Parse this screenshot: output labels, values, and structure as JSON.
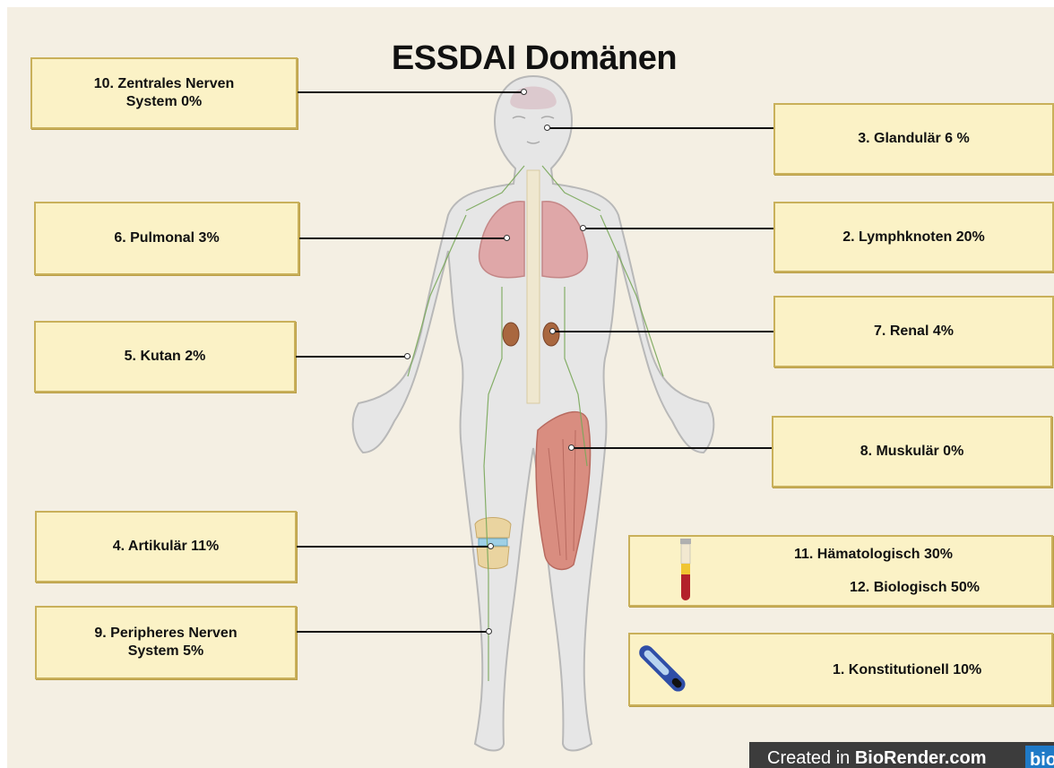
{
  "title": "ESSDAI Domänen",
  "domains": {
    "cns": "10. Zentrales Nerven",
    "cns_line2": "System 0%",
    "glandular": "3. Glandulär 6 %",
    "pulmonal": "6. Pulmonal 3%",
    "lymph": "2. Lymphknoten 20%",
    "kutan": "5. Kutan  2%",
    "renal": "7. Renal 4%",
    "muskular": "8. Muskulär 0%",
    "artikular": "4. Artikulär 11%",
    "hamatologisch": "11. Hämatologisch  30%",
    "biologisch": "12. Biologisch 50%",
    "pns": "9. Peripheres Nerven",
    "pns_line2": "System 5%",
    "konstitutionell": "1.  Konstitutionell 10%"
  },
  "footer": {
    "created_in": "Created in ",
    "brand": "BioRender.com",
    "logo": "bio"
  },
  "icons": [
    "head-icon",
    "lungs-icon",
    "kidneys-icon",
    "muscle-icon",
    "knee-joint-icon",
    "blood-tube-icon",
    "thermometer-icon"
  ]
}
